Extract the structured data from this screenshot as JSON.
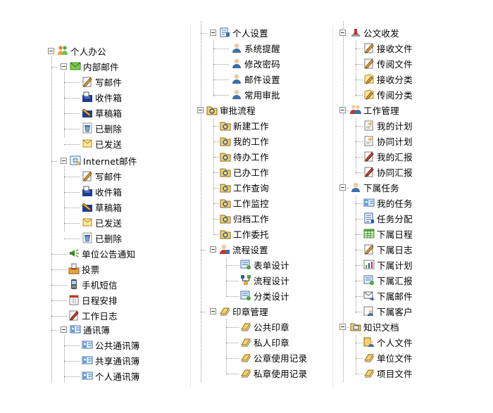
{
  "col1": {
    "root": "个人办公",
    "internal_mail": "内部邮件",
    "internal_children": [
      "写邮件",
      "收件箱",
      "草稿箱",
      "已删除",
      "已发送"
    ],
    "internet_mail": "Internet邮件",
    "internet_children": [
      "写邮件",
      "收件箱",
      "草稿箱",
      "已发送",
      "已删除"
    ],
    "notice": "单位公告通知",
    "vote": "投票",
    "sms": "手机短信",
    "schedule": "日程安排",
    "worklog": "工作日志",
    "addressbook": "通讯簿",
    "addressbook_children": [
      "公共通讯簿",
      "共享通讯簿",
      "个人通讯簿"
    ]
  },
  "col2": {
    "personal_settings": "个人设置",
    "settings_children": [
      "系统提醒",
      "修改密码",
      "邮件设置",
      "常用审批"
    ],
    "approval_flow": "审批流程",
    "approval_children": [
      "新建工作",
      "我的工作",
      "待办工作",
      "已办工作",
      "工作查询",
      "工作监控",
      "归档工作",
      "工作委托"
    ],
    "flow_settings": "流程设置",
    "flow_children": [
      "表单设计",
      "流程设计",
      "分类设计"
    ],
    "seal_mgmt": "印章管理",
    "seal_children": [
      "公共印章",
      "私人印章",
      "公章使用记录",
      "私章使用记录"
    ]
  },
  "col3": {
    "doc_flow": "公文收发",
    "doc_children": [
      "接收文件",
      "传阅文件",
      "接收分类",
      "传阅分类"
    ],
    "work_mgmt": "工作管理",
    "work_children": [
      "我的计划",
      "协同计划",
      "我的汇报",
      "协同汇报"
    ],
    "sub_tasks": "下属任务",
    "sub_children": [
      "我的任务",
      "任务分配",
      "下属日程",
      "下属日志",
      "下属计划",
      "下属汇报",
      "下属邮件",
      "下属客户"
    ],
    "knowledge": "知识文档",
    "knowledge_children": [
      "个人文件",
      "单位文件",
      "项目文件"
    ]
  }
}
